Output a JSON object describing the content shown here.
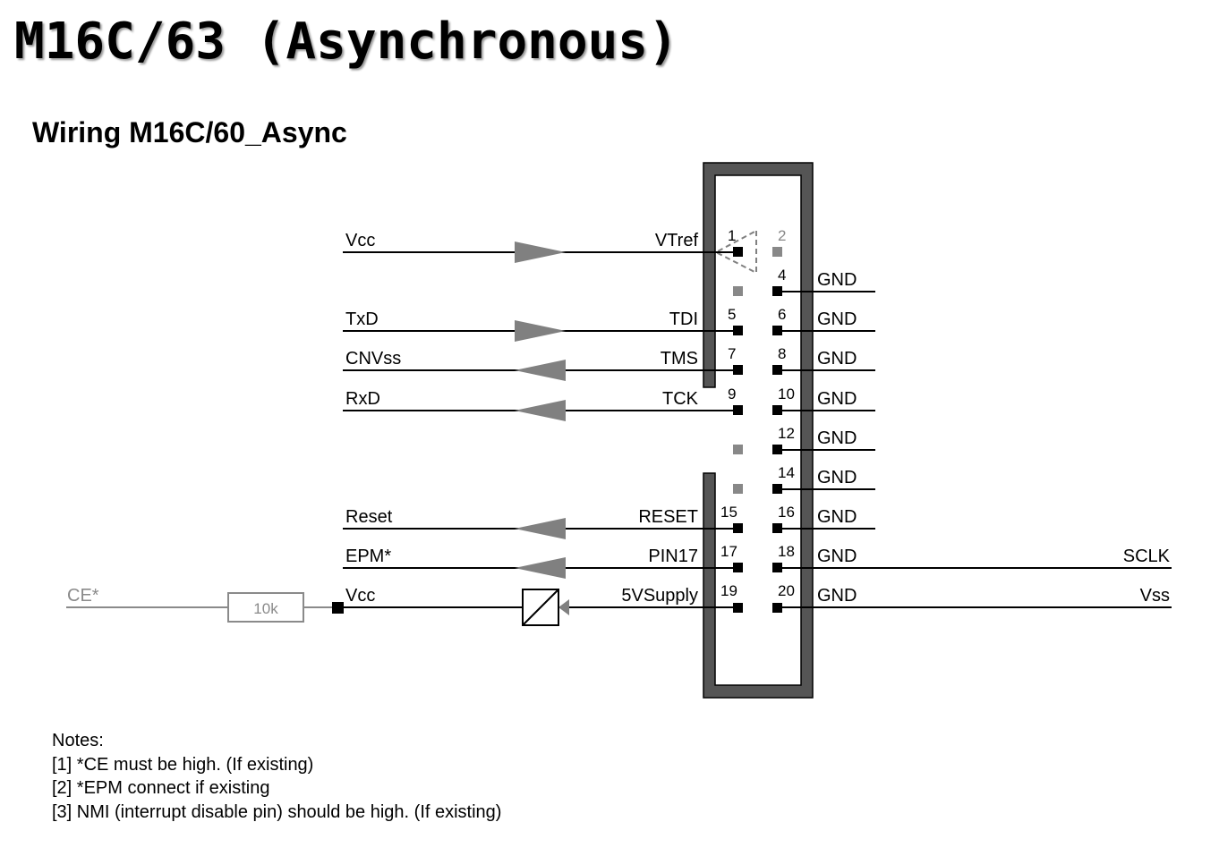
{
  "title": "M16C/63 (Asynchronous)",
  "subtitle": "Wiring M16C/60_Async",
  "connector": {
    "pin_numbers": {
      "p1": "1",
      "p2": "2",
      "p4": "4",
      "p5": "5",
      "p6": "6",
      "p7": "7",
      "p8": "8",
      "p9": "9",
      "p10": "10",
      "p12": "12",
      "p14": "14",
      "p15": "15",
      "p16": "16",
      "p17": "17",
      "p18": "18",
      "p19": "19",
      "p20": "20"
    }
  },
  "left_signals": [
    {
      "target": "Vcc",
      "pin": "VTref",
      "direction": "in"
    },
    {
      "target": "TxD",
      "pin": "TDI",
      "direction": "in"
    },
    {
      "target": "CNVss",
      "pin": "TMS",
      "direction": "out"
    },
    {
      "target": "RxD",
      "pin": "TCK",
      "direction": "out"
    },
    {
      "target": "Reset",
      "pin": "RESET",
      "direction": "out"
    },
    {
      "target": "EPM*",
      "pin": "PIN17",
      "direction": "out"
    },
    {
      "target": "Vcc",
      "pin": "5VSupply",
      "direction": "supply"
    }
  ],
  "right_signals": [
    "GND",
    "GND",
    "GND",
    "GND",
    "GND",
    "GND",
    "GND",
    "GND",
    "GND"
  ],
  "right_targets": {
    "sclk": "SCLK",
    "vss": "Vss"
  },
  "pullup": {
    "net": "CE*",
    "resistor": "10k"
  },
  "notes": {
    "header": "Notes:",
    "items": [
      "[1] *CE must be high. (If existing)",
      "[2] *EPM connect if existing",
      "[3] NMI (interrupt disable pin) should be high. (If existing)"
    ]
  },
  "colors": {
    "line": "#000000",
    "arrow": "#808080",
    "connector": "#555555",
    "muted": "#8a8a8a"
  }
}
